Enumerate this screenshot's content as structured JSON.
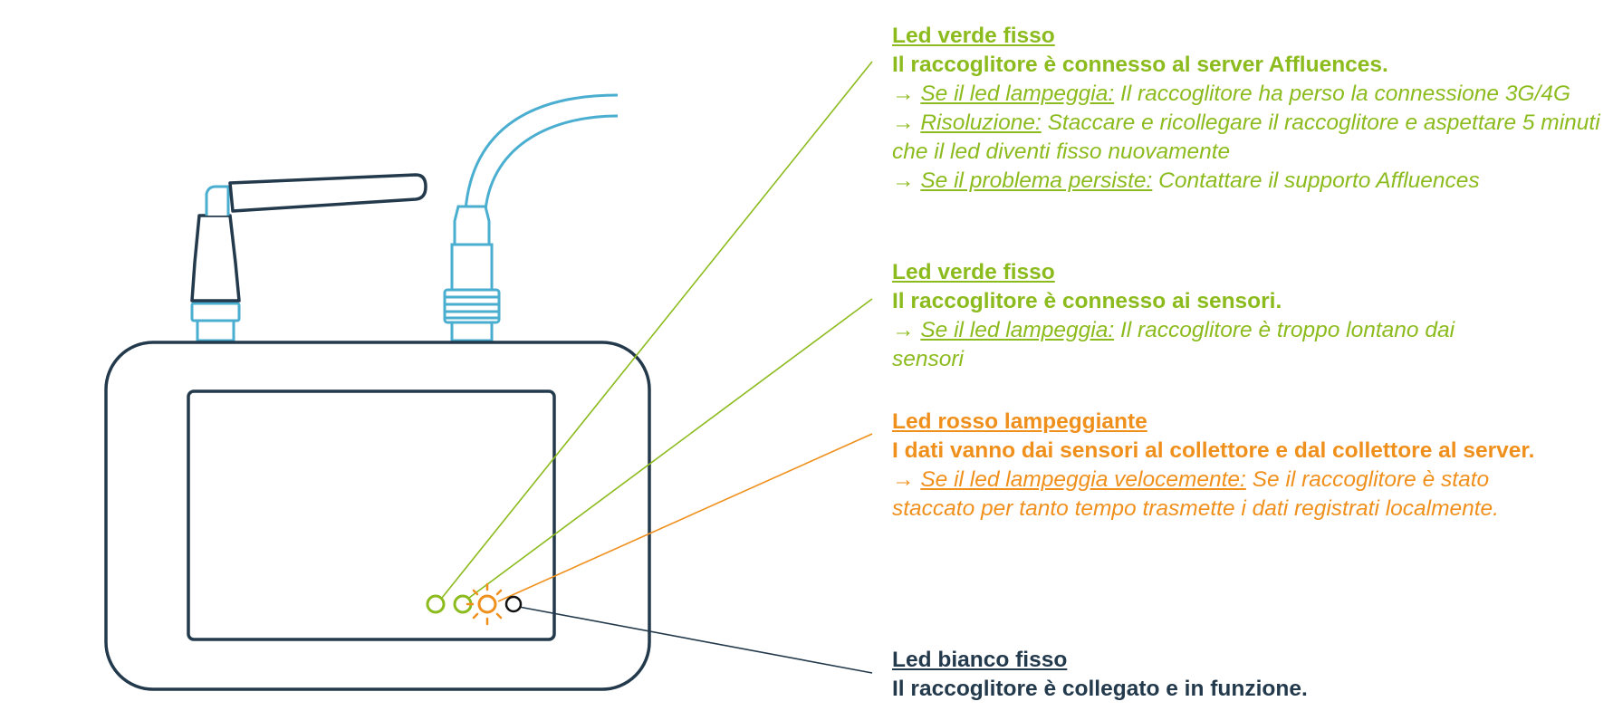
{
  "colors": {
    "green": "#8cbb1e",
    "orange": "#f0901c",
    "dark": "#23394c",
    "cable": "#4aaed0"
  },
  "device": {
    "leds": [
      {
        "color": "green",
        "state": "fisso"
      },
      {
        "color": "green",
        "state": "fisso"
      },
      {
        "color": "orange",
        "state": "lampeggiante"
      },
      {
        "color": "white",
        "state": "fisso"
      }
    ]
  },
  "notes": {
    "server": {
      "title": "Led verde fisso",
      "status": "Il raccoglitore è connesso al server Affluences.",
      "lines": [
        {
          "arrow": "→ ",
          "label": "Se il led lampeggia:",
          "text": " Il raccoglitore ha perso la connessione 3G/4G"
        },
        {
          "arrow": "→ ",
          "label": "Risoluzione:",
          "text": " Staccare e ricollegare il raccoglitore e aspettare 5 minuti che il led diventi fisso nuovamente"
        },
        {
          "arrow": "→ ",
          "label": "Se il problema persiste:",
          "text": " Contattare il supporto Affluences"
        }
      ]
    },
    "sensors": {
      "title": "Led verde fisso",
      "status": "Il raccoglitore è connesso ai sensori.",
      "lines": [
        {
          "arrow": "→ ",
          "label": "Se il led lampeggia:",
          "text": " Il raccoglitore è troppo lontano dai sensori"
        }
      ]
    },
    "data": {
      "title": "Led rosso lampeggiante",
      "status": "I dati vanno dai sensori al collettore e dal collettore al server.",
      "lines": [
        {
          "arrow": "→ ",
          "label": "Se il led lampeggia velocemente:",
          "text": " Se il raccoglitore è stato staccato per tanto tempo trasmette i dati registrati localmente."
        }
      ]
    },
    "power": {
      "title": "Led bianco fisso",
      "status": "Il raccoglitore è collegato e in funzione."
    }
  }
}
